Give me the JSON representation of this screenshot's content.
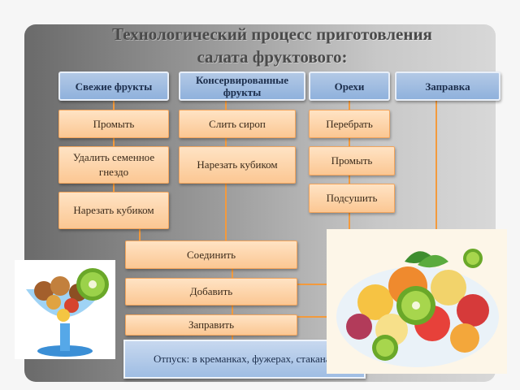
{
  "title": {
    "line1": "Технологический процесс приготовления",
    "line2": "салата фруктового:"
  },
  "columns": {
    "fresh": {
      "header": "Свежие фрукты",
      "steps": [
        "Промыть",
        "Удалить семенное гнездо",
        "Нарезать кубиком"
      ]
    },
    "canned": {
      "header": "Консервированные фрукты",
      "steps": [
        "Слить сироп",
        "Нарезать кубиком"
      ]
    },
    "nuts": {
      "header": "Орехи",
      "steps": [
        "Перебрать",
        "Промыть",
        "Подсушить"
      ]
    },
    "dressing": {
      "header": "Заправка"
    }
  },
  "merge_steps": [
    "Соединить",
    "Добавить",
    "Заправить"
  ],
  "serving": "Отпуск: в креманках, фужерах, стаканах",
  "colors": {
    "header_fill": "#9dbbe1",
    "step_fill": "#fcd3aa",
    "connector": "#f39a3c",
    "title": "#4a4a4a"
  }
}
